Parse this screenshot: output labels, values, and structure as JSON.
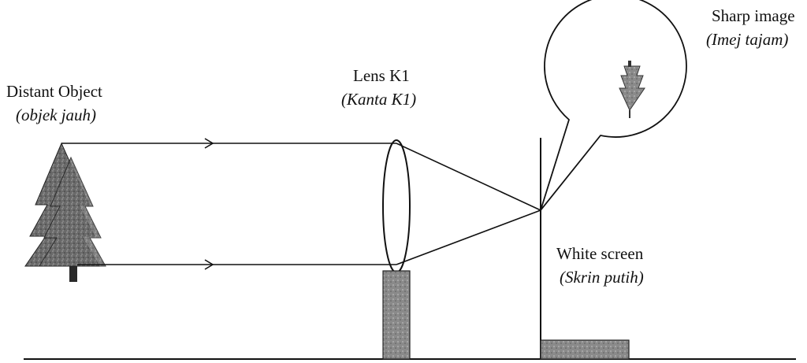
{
  "labels": {
    "object": "Distant Object",
    "object_ms": "(objek jauh)",
    "lens": "Lens K1",
    "lens_ms": "(Kanta K1)",
    "image": "Sharp image",
    "image_ms": "(Imej tajam)",
    "screen": "White screen",
    "screen_ms": "(Skrin putih)"
  },
  "colors": {
    "ink": "#111111",
    "tree_fill": "#5a5a5a",
    "stand_fill": "#8c8c8c"
  }
}
